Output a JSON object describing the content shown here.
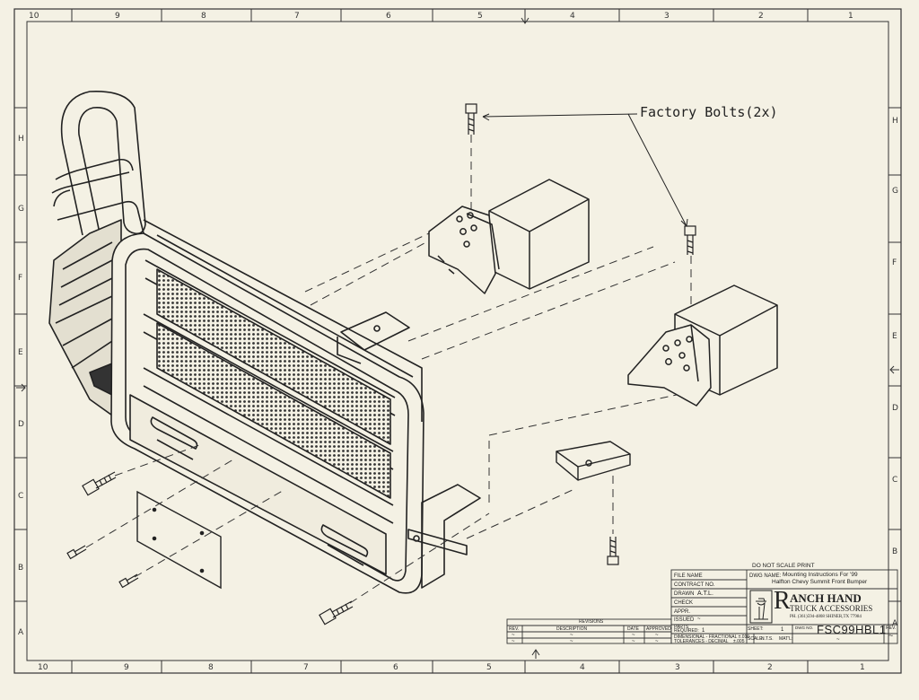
{
  "callout": {
    "text": "Factory Bolts(2x)"
  },
  "notice": "DO NOT SCALE PRINT",
  "zones": {
    "columns": [
      "10",
      "9",
      "8",
      "7",
      "6",
      "5",
      "4",
      "3",
      "2",
      "1"
    ],
    "rows": [
      "H",
      "G",
      "F",
      "E",
      "D",
      "C",
      "B",
      "A"
    ]
  },
  "title_block": {
    "file_name_label": "FILE NAME",
    "contract_label": "CONTRACT NO.",
    "drawn_label": "DRAWN",
    "drawn_value": "A.T.L.",
    "check_label": "CHECK",
    "appr_label": "APPR.",
    "issued_label": "ISSUED",
    "issued_value": "~",
    "dwg_name_label": "DWG NAME:",
    "dwg_name_line1": "Mounting Instructions For '99",
    "dwg_name_line2": "Halfton Chevy Summit Front Bumper",
    "parts_label": "PARTS",
    "required_label": "REQUIRED:",
    "required_value": "1",
    "dimensional": "DIMENSIONAL - FRACTIONAL ±.010",
    "tolerances": "TOLERANCES - DECIMAL",
    "tol_decimal": "±.005",
    "sheet_label": "SHEET:",
    "sheet_value": "1",
    "scale_label": "SCALE:",
    "scale_value": "N.T.S.",
    "matl_label": "MAT'L:",
    "matl_value": "~",
    "dwg_no_label": "DWG NO.",
    "dwg_no": "FSC99HBL1",
    "rev_label": "REV.",
    "rev_value": "~"
  },
  "brand": {
    "initial": "R",
    "name": "ANCH HAND",
    "tagline": "TRUCK ACCESSORIES",
    "phone": "PH. (361)594-4808 SHINER,TX 77984"
  },
  "revisions": {
    "title": "REVISIONS",
    "headers": [
      "REV.",
      "DESCRIPTION",
      "DATE",
      "APPROVED"
    ],
    "rows": [
      [
        "~",
        "~",
        "~",
        "~"
      ],
      [
        "~",
        "~",
        "~",
        "~"
      ]
    ]
  }
}
